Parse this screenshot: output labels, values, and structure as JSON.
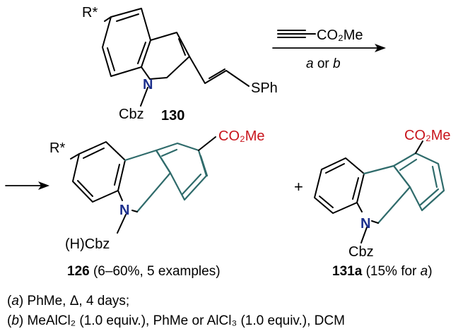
{
  "reagent": {
    "co2me": "CO₂Me",
    "conditions": {
      "a": "a",
      "or": "or",
      "b": "b"
    }
  },
  "start": {
    "rstar": "R*",
    "n": "N",
    "cbz": "Cbz",
    "sph": "SPh",
    "compound": "130"
  },
  "product1": {
    "rstar": "R*",
    "n": "N",
    "hcbz": "(H)Cbz",
    "co2me": "CO₂Me",
    "compound": "126",
    "caption": "(6–60%, 5 examples)"
  },
  "plus": "+",
  "product2": {
    "n": "N",
    "cbz": "Cbz",
    "co2me": "CO₂Me",
    "compound": "131a",
    "caption_pre": "(15% for ",
    "caption_letter": "a",
    "caption_post": ")"
  },
  "conditions": {
    "a_letter": "a",
    "a_text": "PhMe, Δ, 4 days;",
    "b_letter": "b",
    "b_text": "MeAlCl₂ (1.0 equiv.), PhMe or  AlCl₃ (1.0 equiv.), DCM"
  },
  "colors": {
    "oxygen": "#c8141c",
    "nitrogen": "#1c2f8c",
    "new_ring": "#2f6b6b"
  }
}
